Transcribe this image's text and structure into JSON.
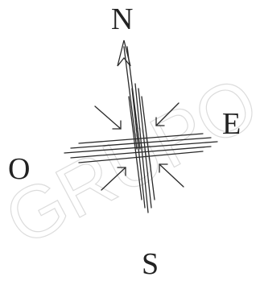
{
  "compass": {
    "north_label": "N",
    "east_label": "E",
    "south_label": "S",
    "west_label": "O"
  },
  "watermark_text": "GRUPO",
  "colors": {
    "ink": "#2a2a2a",
    "watermark": "#dcdcdc",
    "background": "#ffffff"
  }
}
